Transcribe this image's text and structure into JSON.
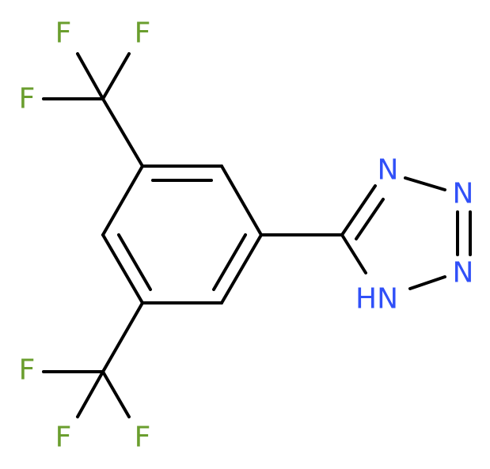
{
  "molecule": {
    "atoms": {
      "f1": "F",
      "f2": "F",
      "f3": "F",
      "f4": "F",
      "f5": "F",
      "f6": "F",
      "n_top": "N",
      "n_right_top": "N",
      "n_right_bottom": "N",
      "nh": "HN"
    },
    "colors": {
      "fluorine": "#6A9E2E",
      "nitrogen": "#3050F8",
      "bond": "#000000"
    }
  }
}
